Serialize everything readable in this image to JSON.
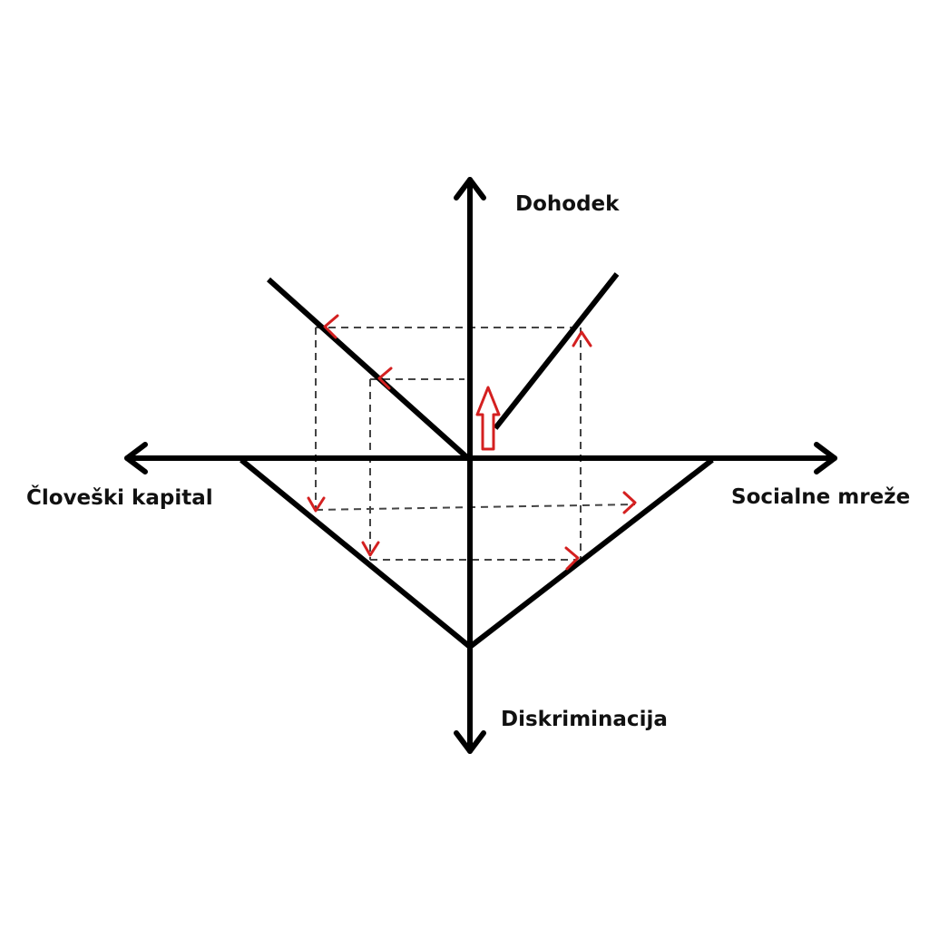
{
  "labels": {
    "top": "Dohodek",
    "left": "Človeški kapital",
    "right": "Socialne mreže",
    "bottom": "Diskriminacija"
  },
  "colors": {
    "axis": "#000000",
    "guide": "#444444",
    "accent": "#d42020"
  }
}
